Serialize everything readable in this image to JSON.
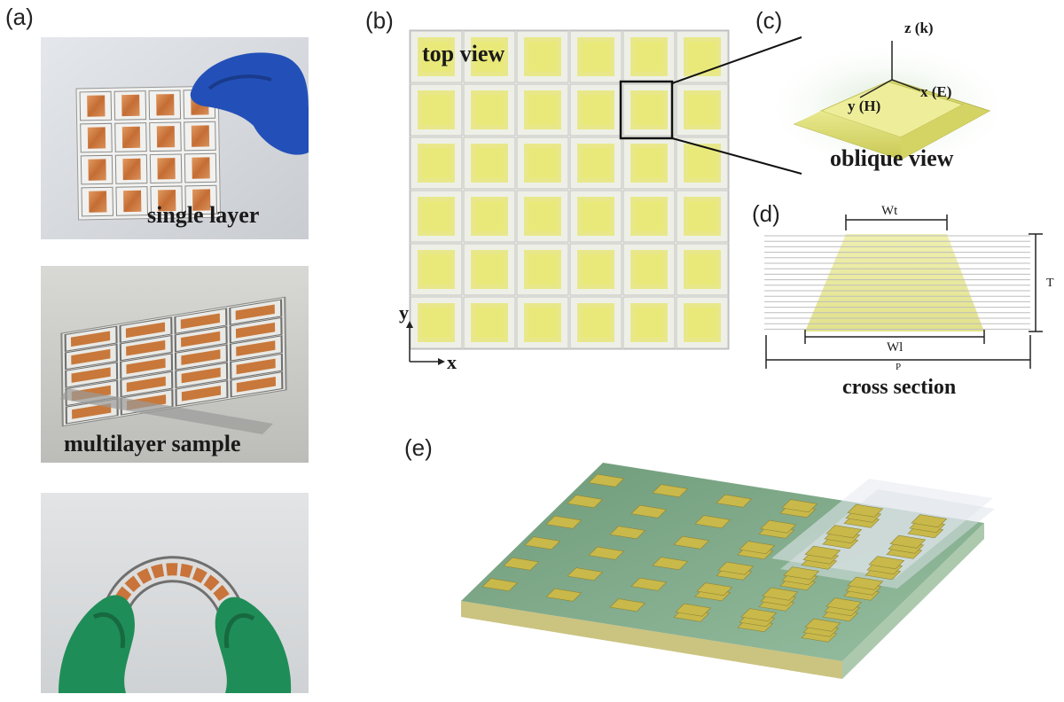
{
  "panels": {
    "a": "(a)",
    "b": "(b)",
    "c": "(c)",
    "d": "(d)",
    "e": "(e)"
  },
  "photos": {
    "single_layer": "single layer",
    "multilayer": "multilayer sample",
    "bent_caption": ""
  },
  "top_view": {
    "title": "top view",
    "axis_x": "x",
    "axis_y": "y",
    "grid_rows": 6,
    "grid_cols": 6
  },
  "oblique": {
    "title": "oblique view",
    "axis_z": "z (k)",
    "axis_y": "y (H)",
    "axis_x": "x (E)"
  },
  "cross_section": {
    "title": "cross section",
    "wt": "Wt",
    "wl": "Wl",
    "t": "T",
    "p": "P"
  },
  "colors": {
    "patch": "#e8e88a",
    "patch_inner": "#d6d65a",
    "copper": "#c8783a",
    "glove_blue": "#1f4aa8",
    "glove_green": "#1e8a55",
    "substrate": "#7fa87a",
    "gold": "#c9b94a"
  }
}
